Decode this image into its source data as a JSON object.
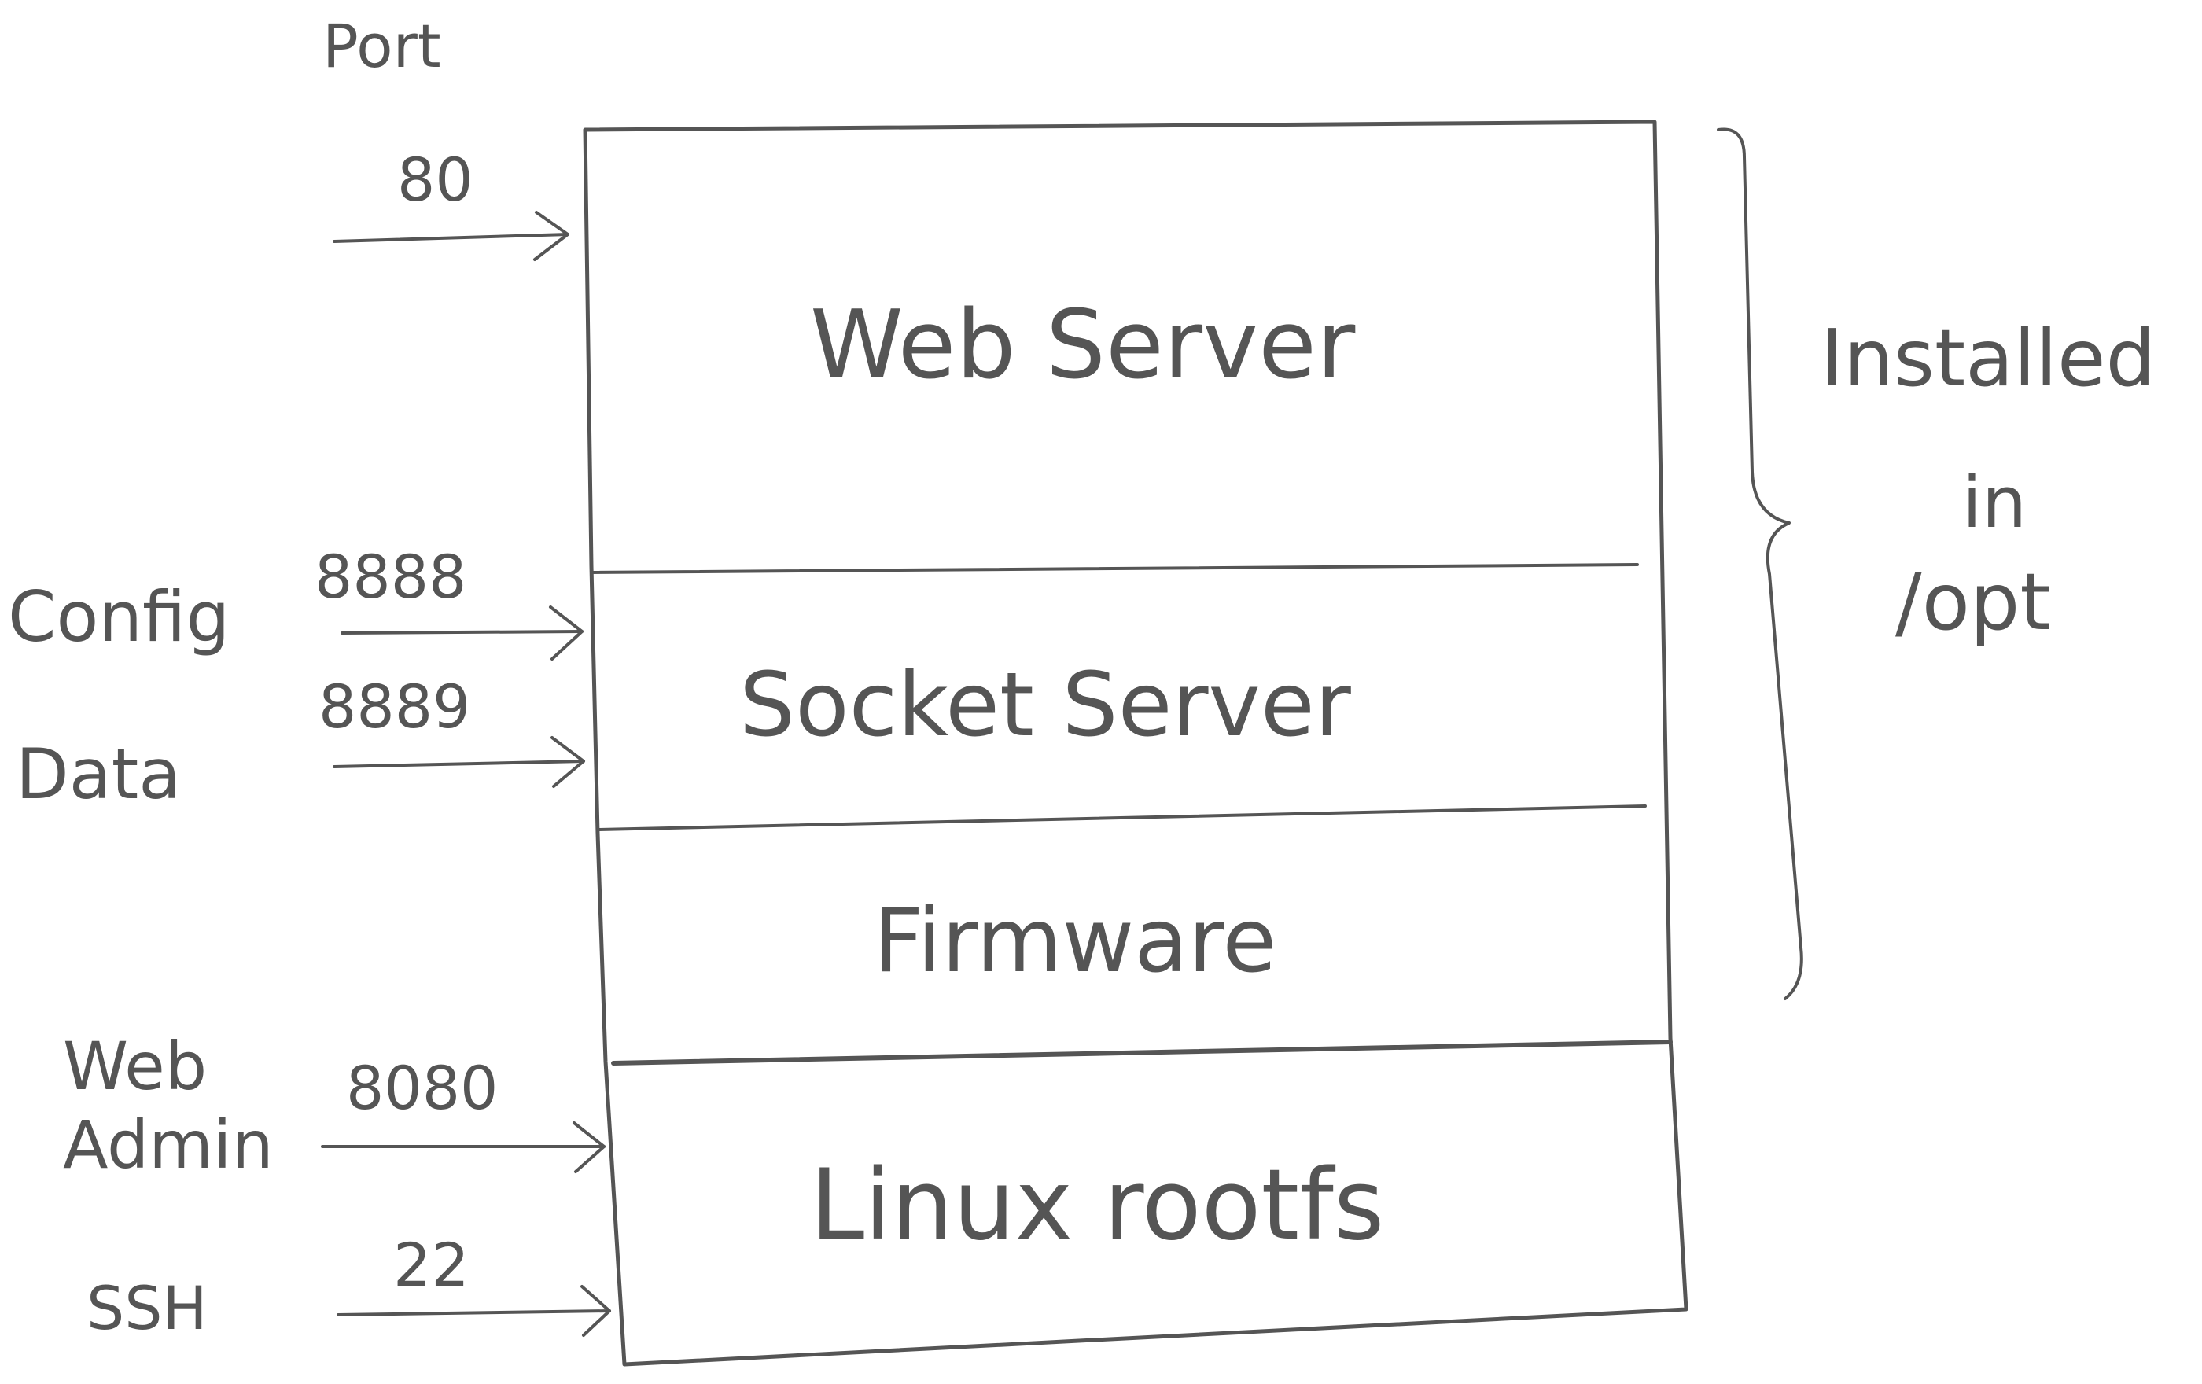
{
  "header": {
    "port_label": "Port"
  },
  "layers": [
    {
      "label": "Web Server"
    },
    {
      "label": "Socket Server"
    },
    {
      "label": "Firmware"
    },
    {
      "label": "Linux rootfs"
    }
  ],
  "ports": [
    {
      "number": "80",
      "service": ""
    },
    {
      "number": "8888",
      "service": "Config"
    },
    {
      "number": "8889",
      "service": "Data"
    },
    {
      "number": "8080",
      "service_line1": "Web",
      "service_line2": "Admin"
    },
    {
      "number": "22",
      "service": "SSH"
    }
  ],
  "bracket": {
    "line1": "Installed",
    "line2": "in",
    "line3": "/opt"
  },
  "colors": {
    "pencil": "#555555",
    "paper": "#ffffff"
  }
}
